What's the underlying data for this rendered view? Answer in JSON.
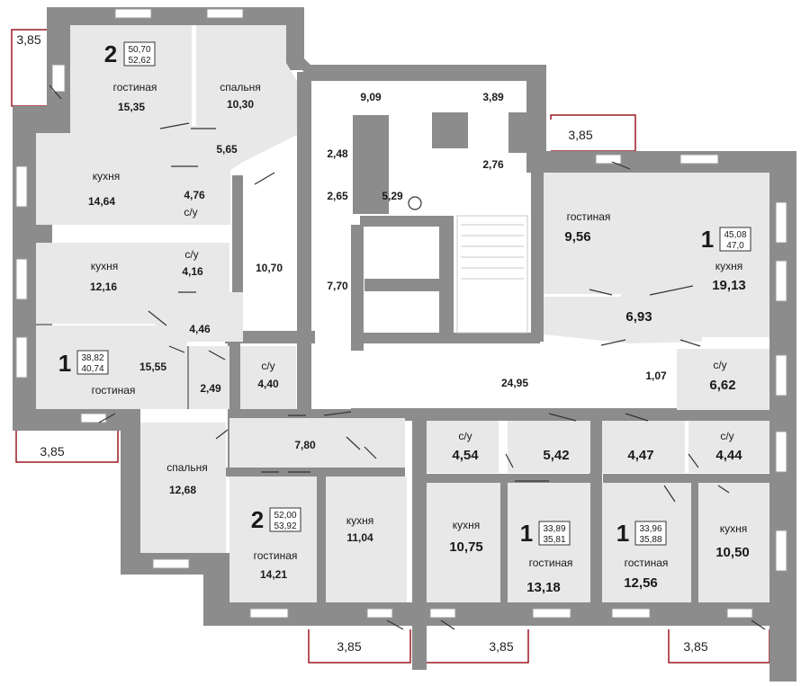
{
  "balconies": [
    {
      "label": "3,85"
    },
    {
      "label": "3,85"
    },
    {
      "label": "3,85"
    },
    {
      "label": "3,85"
    },
    {
      "label": "3,85"
    },
    {
      "label": "3,85"
    }
  ],
  "apartments": [
    {
      "rooms": "2",
      "area_living": "50,70",
      "area_total": "52,62"
    },
    {
      "rooms": "1",
      "area_living": "38,82",
      "area_total": "40,74"
    },
    {
      "rooms": "1",
      "area_living": "45,08",
      "area_total": "47,0"
    },
    {
      "rooms": "2",
      "area_living": "52,00",
      "area_total": "53,92"
    },
    {
      "rooms": "1",
      "area_living": "33,89",
      "area_total": "35,81"
    },
    {
      "rooms": "1",
      "area_living": "33,96",
      "area_total": "35,88"
    }
  ],
  "rooms": [
    {
      "name": "гостиная",
      "area": "15,35"
    },
    {
      "name": "спальня",
      "area": "10,30"
    },
    {
      "name": "кухня",
      "area": "14,64"
    },
    {
      "name": "с/у",
      "area": "4,76"
    },
    {
      "name": "кухня",
      "area": "12,16"
    },
    {
      "name": "с/у",
      "area": "4,16"
    },
    {
      "name": "гостиная",
      "area": "15,55"
    },
    {
      "name": "гостиная",
      "area": "9,56"
    },
    {
      "name": "кухня",
      "area": "19,13"
    },
    {
      "name": "с/у",
      "area": "6,62"
    },
    {
      "name": "с/у",
      "area": "4,40"
    },
    {
      "name": "спальня",
      "area": "12,68"
    },
    {
      "name": "гостиная",
      "area": "14,21"
    },
    {
      "name": "кухня",
      "area": "11,04"
    },
    {
      "name": "с/у",
      "area": "4,54"
    },
    {
      "name": "кухня",
      "area": "10,75"
    },
    {
      "name": "гостиная",
      "area": "13,18"
    },
    {
      "name": "с/у",
      "area": "4,44"
    },
    {
      "name": "гостиная",
      "area": "12,56"
    },
    {
      "name": "кухня",
      "area": "10,50"
    }
  ],
  "areas": {
    "a5_65": "5,65",
    "a4_46": "4,46",
    "a2_49": "2,49",
    "a10_70": "10,70",
    "a9_09": "9,09",
    "a3_89": "3,89",
    "a2_48": "2,48",
    "a2_76": "2,76",
    "a2_65": "2,65",
    "a5_29": "5,29",
    "a7_70": "7,70",
    "a6_93": "6,93",
    "a1_07": "1,07",
    "a24_95": "24,95",
    "a7_80": "7,80",
    "a5_42": "5,42",
    "a4_47": "4,47"
  }
}
